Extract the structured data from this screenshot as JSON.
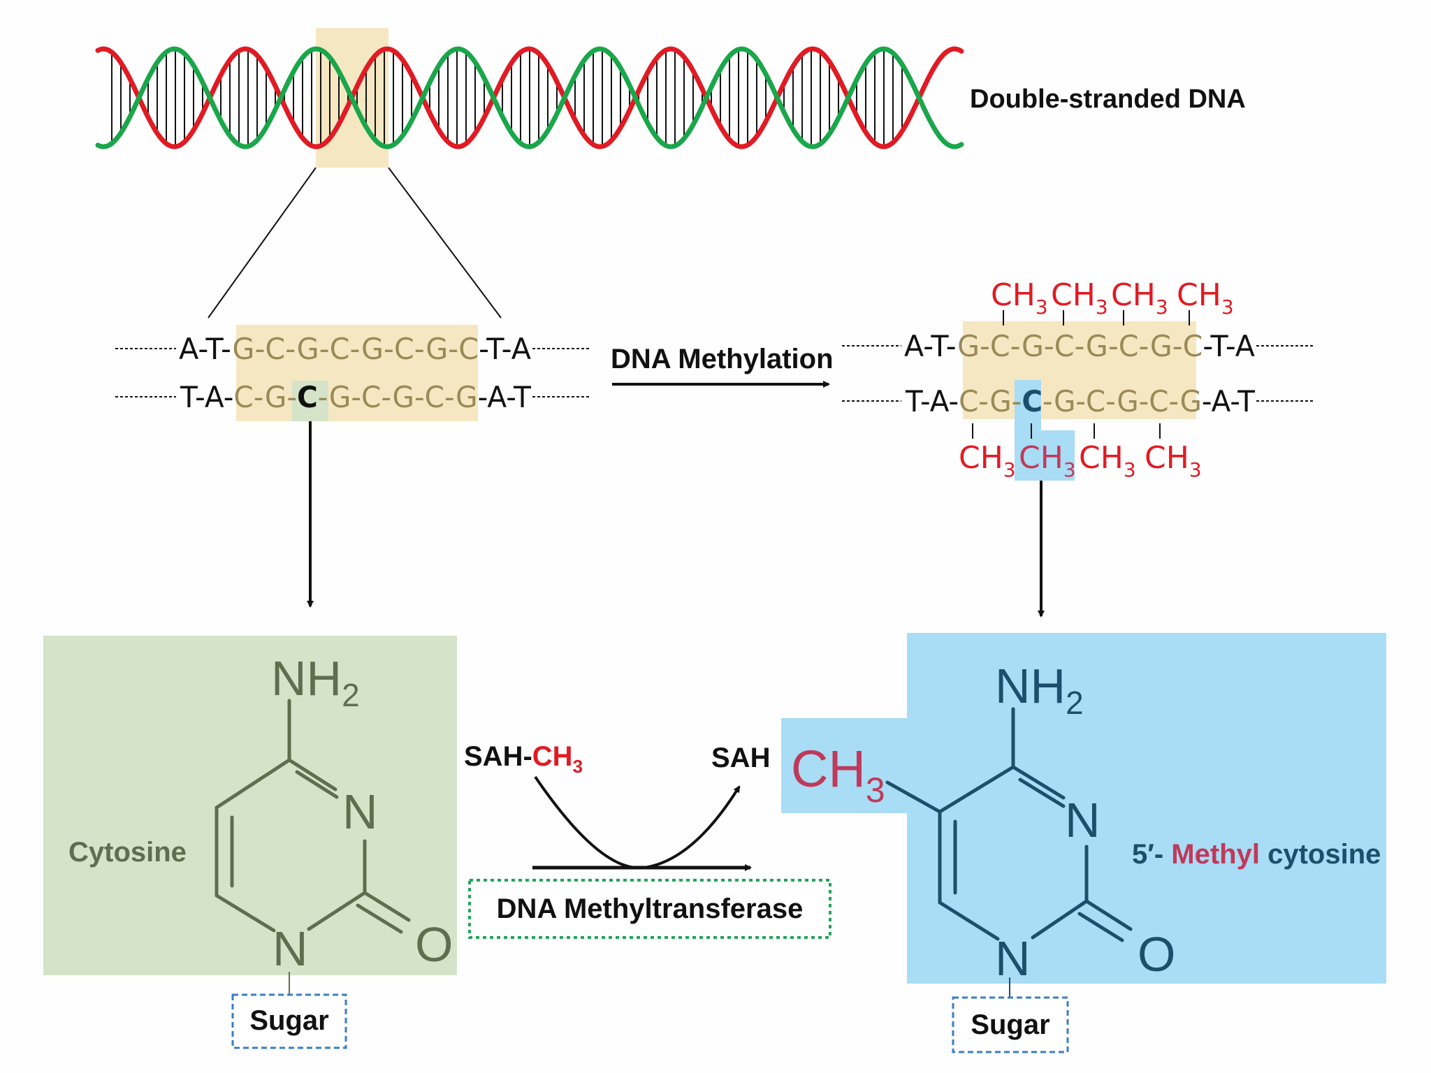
{
  "labels": {
    "double_stranded_dna": "Double-stranded DNA",
    "dna_methylation": "DNA Methylation",
    "cytosine": "Cytosine",
    "methyl_cytosine_prefix": "5′- ",
    "methyl_cytosine_methyl": "Methyl",
    "methyl_cytosine_suffix": " cytosine",
    "sah_ch3_prefix": "SAH-",
    "sah": "SAH",
    "enzyme": "DNA Methyltransferase",
    "sugar_left": "Sugar",
    "sugar_right": "Sugar"
  },
  "chem": {
    "nh2": "NH",
    "sub2": "2",
    "n": "N",
    "o": "O",
    "ch": "CH",
    "sub3": "3"
  },
  "sequences": {
    "dashes": "--------",
    "left_top_prefix": "A-T-",
    "left_top_core": "G-C-G-C-G-C-G-C",
    "left_top_suffix": "-T-A",
    "left_bot_prefix": "T-A-",
    "left_bot_core_a": "C-G-",
    "left_bot_highlight": "C",
    "left_bot_core_b": "-G-C-G-C-G",
    "left_bot_suffix": "-A-T",
    "right_top_prefix": "A-T-",
    "right_top_core": "G-C-G-C-G-C-G-C",
    "right_top_suffix": "-T-A",
    "right_bot_prefix": "T-A-",
    "right_bot_core_a": "C-G-",
    "right_bot_highlight": "C",
    "right_bot_core_b": "-G-C-G-C-G",
    "right_bot_suffix": "-A-T"
  },
  "colors": {
    "strand_red": "#e01b24",
    "strand_green": "#1aa64a",
    "highlight_tan": "#f6e7c3",
    "cytosine_box": "#d5e3c8",
    "methyl_box": "#a9dcf5",
    "methyl_red": "#e01b24",
    "methyl_label_red": "#c0395a",
    "cytosine_text": "#5e6e4e",
    "methyl_text": "#1b4f6b",
    "sugar_border": "#3a7ec2",
    "enzyme_border": "#22a55a"
  }
}
